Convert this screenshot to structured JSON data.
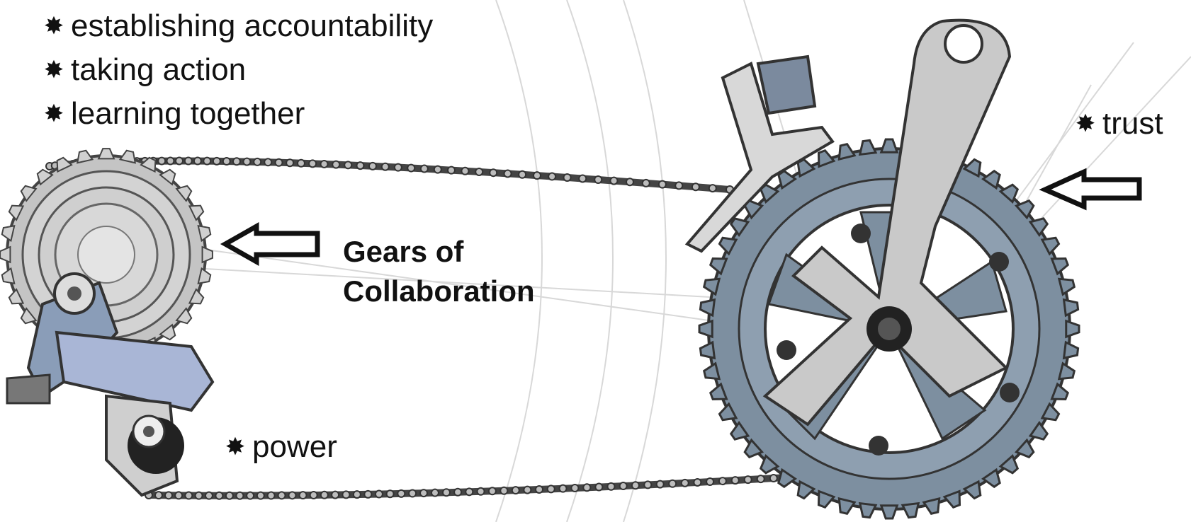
{
  "bullets": [
    {
      "marker": "✸",
      "text": "establishing accountability"
    },
    {
      "marker": "✸",
      "text": "taking action"
    },
    {
      "marker": "✸",
      "text": "learning together"
    }
  ],
  "labels": {
    "trust": {
      "marker": "✸",
      "text": "trust"
    },
    "power": {
      "marker": "✸",
      "text": "power"
    },
    "gears_line1": "Gears of",
    "gears_line2": "Collaboration"
  },
  "colors": {
    "chainring": "#7d8fa0",
    "crank": "#c9c9c9",
    "cassette": "#bdbdbd",
    "derailleur_blue": "#a9b6d6",
    "chain": "#555555",
    "text": "#111111"
  }
}
